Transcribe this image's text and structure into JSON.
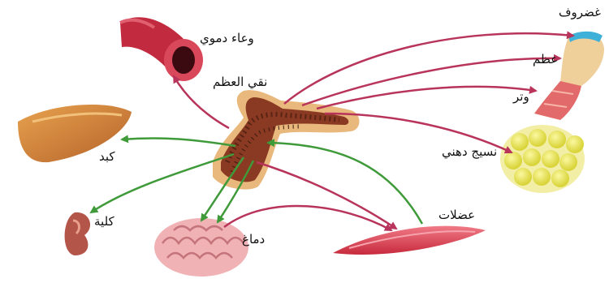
{
  "diagram": {
    "labels": {
      "blood_vessel": "وعاء دموي",
      "bone_marrow": "نقي العظم",
      "cartilage": "غضروف",
      "bone": "عظم",
      "tendon": "وتر",
      "fat_tissue": "نسيج دهني",
      "muscles": "عضلات",
      "liver": "كبد",
      "kidney": "كلية",
      "brain": "دماغ"
    },
    "colors": {
      "outgoing_arrow": "#b8345a",
      "incoming_arrow": "#3f9a3a"
    }
  }
}
